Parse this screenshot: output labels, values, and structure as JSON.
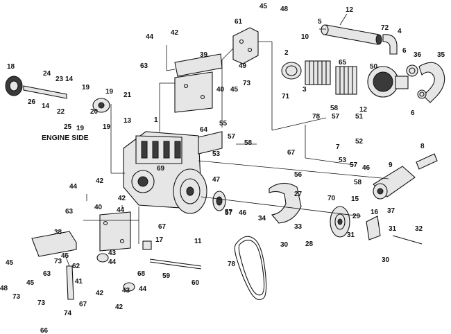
{
  "diagram": {
    "caption": "ENGINE SIDE",
    "callouts": [
      {
        "id": "c1",
        "text": "45"
      },
      {
        "id": "c2",
        "text": "48"
      },
      {
        "id": "c3",
        "text": "12"
      },
      {
        "id": "c4",
        "text": "61"
      },
      {
        "id": "c5",
        "text": "44"
      },
      {
        "id": "c6",
        "text": "42"
      },
      {
        "id": "c7",
        "text": "5"
      },
      {
        "id": "c8",
        "text": "10"
      },
      {
        "id": "c9",
        "text": "72"
      },
      {
        "id": "c10",
        "text": "4"
      },
      {
        "id": "c11",
        "text": "6"
      },
      {
        "id": "c12",
        "text": "39"
      },
      {
        "id": "c13",
        "text": "63"
      },
      {
        "id": "c14",
        "text": "49"
      },
      {
        "id": "c15",
        "text": "2"
      },
      {
        "id": "c16",
        "text": "65"
      },
      {
        "id": "c17",
        "text": "36"
      },
      {
        "id": "c18",
        "text": "35"
      },
      {
        "id": "c19",
        "text": "18"
      },
      {
        "id": "c20",
        "text": "24"
      },
      {
        "id": "c21",
        "text": "23"
      },
      {
        "id": "c22",
        "text": "14"
      },
      {
        "id": "c23",
        "text": "40"
      },
      {
        "id": "c24",
        "text": "45"
      },
      {
        "id": "c25",
        "text": "73"
      },
      {
        "id": "c26",
        "text": "50"
      },
      {
        "id": "c27",
        "text": "3"
      },
      {
        "id": "c28",
        "text": "71"
      },
      {
        "id": "c29",
        "text": "6"
      },
      {
        "id": "c30",
        "text": "19"
      },
      {
        "id": "c31",
        "text": "19"
      },
      {
        "id": "c32",
        "text": "21"
      },
      {
        "id": "c33",
        "text": "26"
      },
      {
        "id": "c34",
        "text": "14"
      },
      {
        "id": "c35",
        "text": "22"
      },
      {
        "id": "c36",
        "text": "20"
      },
      {
        "id": "c37",
        "text": "12"
      },
      {
        "id": "c38",
        "text": "78"
      },
      {
        "id": "c39",
        "text": "58"
      },
      {
        "id": "c40",
        "text": "57"
      },
      {
        "id": "c41",
        "text": "51"
      },
      {
        "id": "c42",
        "text": "25"
      },
      {
        "id": "c43",
        "text": "19"
      },
      {
        "id": "c44",
        "text": "19"
      },
      {
        "id": "c45",
        "text": "13"
      },
      {
        "id": "c46",
        "text": "1"
      },
      {
        "id": "c47",
        "text": "64"
      },
      {
        "id": "c48",
        "text": "55"
      },
      {
        "id": "c49",
        "text": "57"
      },
      {
        "id": "c50",
        "text": "58"
      },
      {
        "id": "c51",
        "text": "7"
      },
      {
        "id": "c52",
        "text": "52"
      },
      {
        "id": "c53",
        "text": "53"
      },
      {
        "id": "c54",
        "text": "67"
      },
      {
        "id": "c55",
        "text": "8"
      },
      {
        "id": "c56",
        "text": "53"
      },
      {
        "id": "c57",
        "text": "57"
      },
      {
        "id": "c58",
        "text": "46"
      },
      {
        "id": "c59",
        "text": "56"
      },
      {
        "id": "c60",
        "text": "9"
      },
      {
        "id": "c61",
        "text": "69"
      },
      {
        "id": "c62",
        "text": "58"
      },
      {
        "id": "c63",
        "text": "57"
      },
      {
        "id": "c64",
        "text": "47"
      },
      {
        "id": "c65",
        "text": "44"
      },
      {
        "id": "c66",
        "text": "42"
      },
      {
        "id": "c67",
        "text": "27"
      },
      {
        "id": "c68",
        "text": "70"
      },
      {
        "id": "c69",
        "text": "15"
      },
      {
        "id": "c70",
        "text": "42"
      },
      {
        "id": "c71",
        "text": "63"
      },
      {
        "id": "c72",
        "text": "44"
      },
      {
        "id": "c73",
        "text": "40"
      },
      {
        "id": "c74",
        "text": "57"
      },
      {
        "id": "c75",
        "text": "46"
      },
      {
        "id": "c76",
        "text": "34"
      },
      {
        "id": "c77",
        "text": "33"
      },
      {
        "id": "c78",
        "text": "16"
      },
      {
        "id": "c79",
        "text": "37"
      },
      {
        "id": "c80",
        "text": "29"
      },
      {
        "id": "c81",
        "text": "31"
      },
      {
        "id": "c82",
        "text": "31"
      },
      {
        "id": "c83",
        "text": "32"
      },
      {
        "id": "c84",
        "text": "67"
      },
      {
        "id": "c85",
        "text": "30"
      },
      {
        "id": "c86",
        "text": "28"
      },
      {
        "id": "c87",
        "text": "38"
      },
      {
        "id": "c88",
        "text": "17"
      },
      {
        "id": "c89",
        "text": "11"
      },
      {
        "id": "c90",
        "text": "30"
      },
      {
        "id": "c91",
        "text": "43"
      },
      {
        "id": "c92",
        "text": "44"
      },
      {
        "id": "c93",
        "text": "45"
      },
      {
        "id": "c94",
        "text": "73"
      },
      {
        "id": "c95",
        "text": "45"
      },
      {
        "id": "c96",
        "text": "62"
      },
      {
        "id": "c97",
        "text": "78"
      },
      {
        "id": "c98",
        "text": "48"
      },
      {
        "id": "c99",
        "text": "45"
      },
      {
        "id": "c100",
        "text": "63"
      },
      {
        "id": "c101",
        "text": "68"
      },
      {
        "id": "c102",
        "text": "59"
      },
      {
        "id": "c103",
        "text": "60"
      },
      {
        "id": "c104",
        "text": "41"
      },
      {
        "id": "c105",
        "text": "42"
      },
      {
        "id": "c106",
        "text": "73"
      },
      {
        "id": "c107",
        "text": "73"
      },
      {
        "id": "c108",
        "text": "67"
      },
      {
        "id": "c109",
        "text": "74"
      },
      {
        "id": "c110",
        "text": "43"
      },
      {
        "id": "c111",
        "text": "44"
      },
      {
        "id": "c112",
        "text": "42"
      },
      {
        "id": "c113",
        "text": "66"
      }
    ]
  }
}
